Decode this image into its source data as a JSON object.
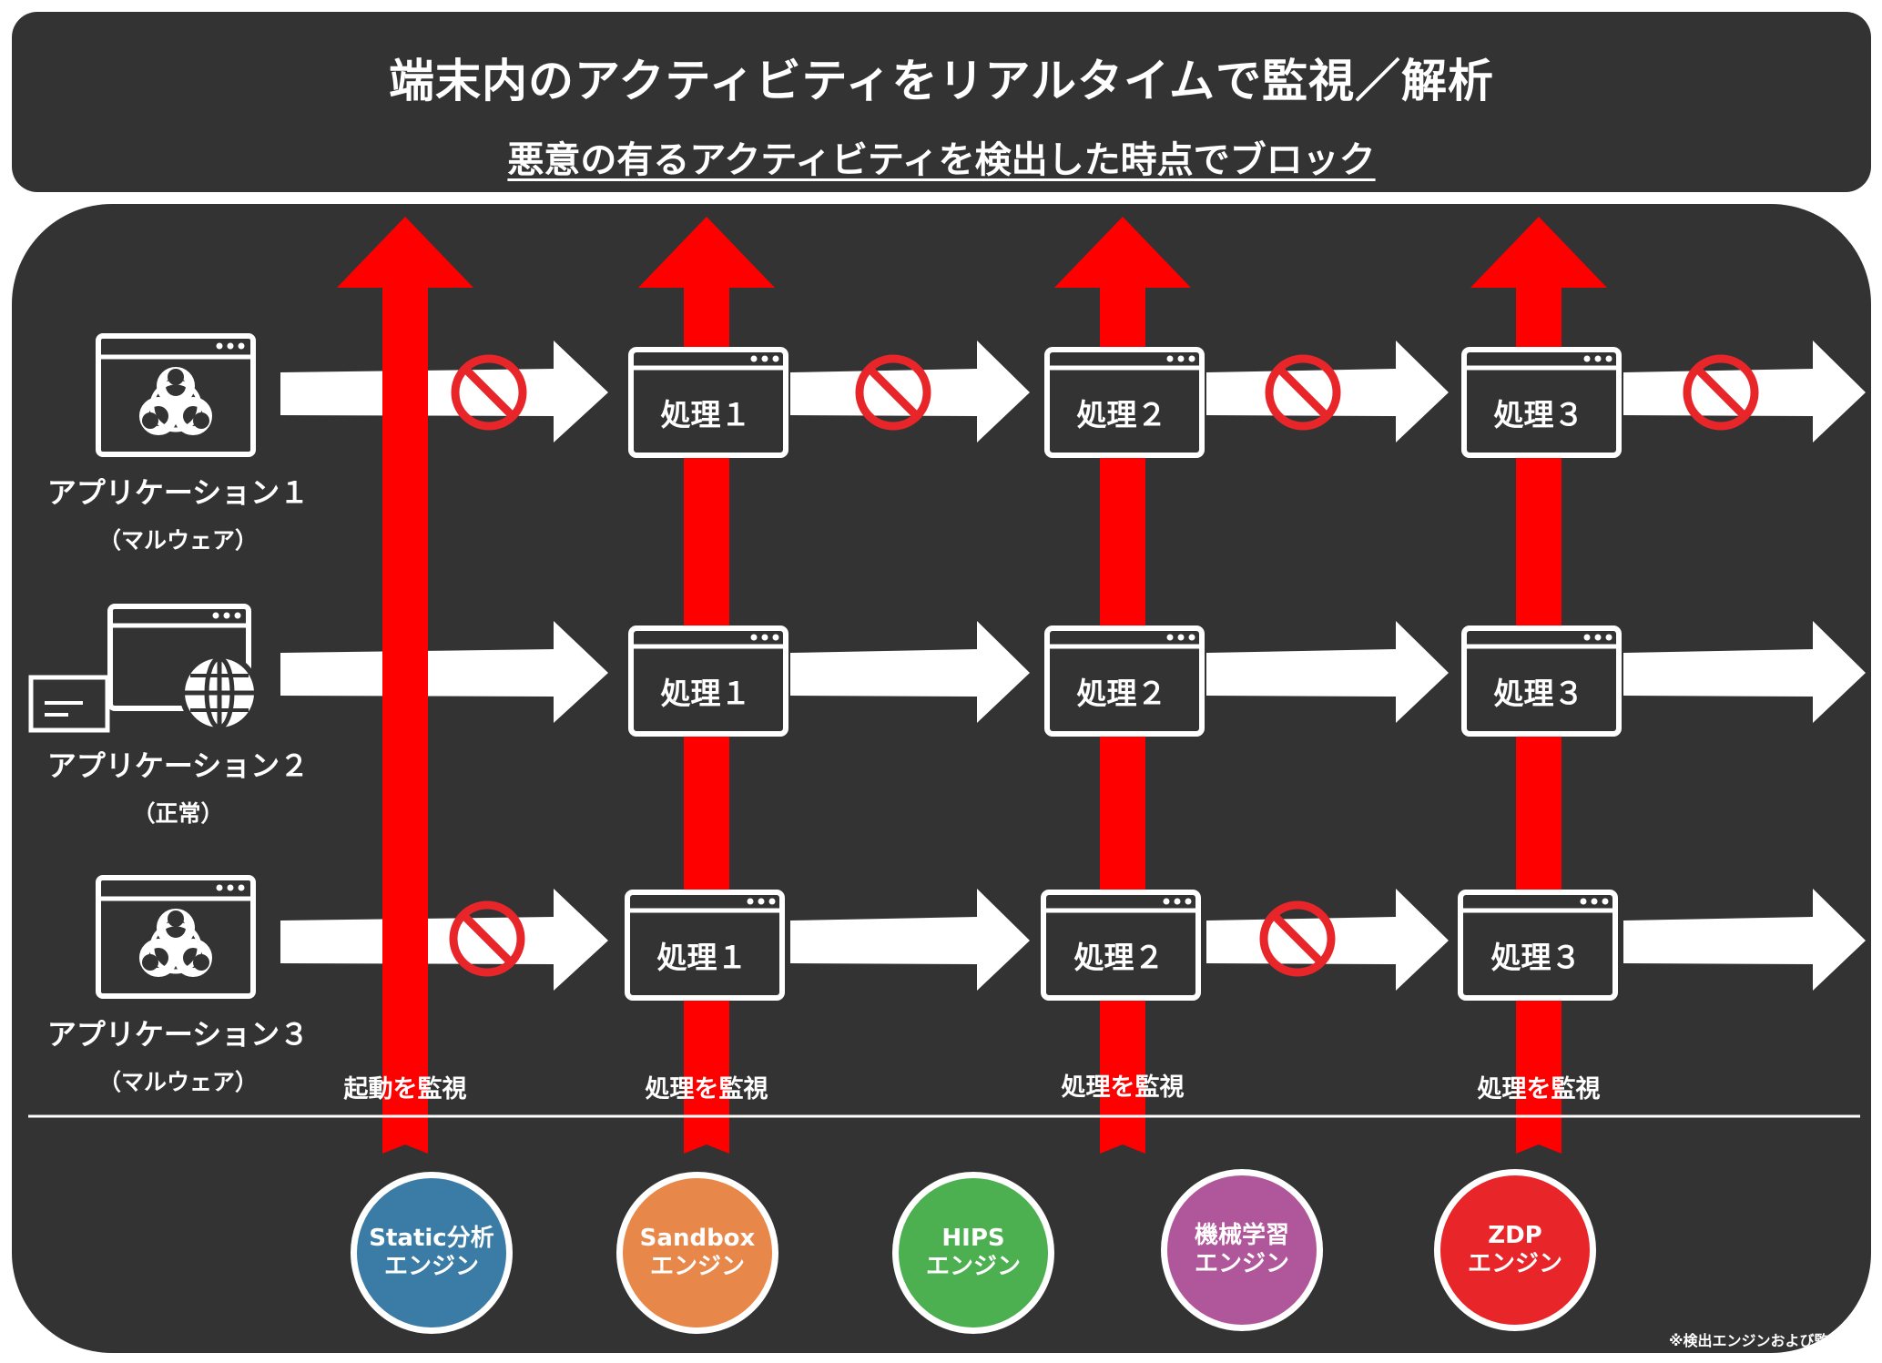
{
  "header": {
    "title": "端末内のアクティビティをリアルタイムで監視／解析",
    "subtitle": "悪意の有るアクティビティを検出した時点でブロック"
  },
  "apps": [
    {
      "name": "アプリケーション１",
      "type": "（マルウェア）",
      "icon": "biohazard-window-icon"
    },
    {
      "name": "アプリケーション２",
      "type": "（正常）",
      "icon": "mail-web-window-icon"
    },
    {
      "name": "アプリケーション３",
      "type": "（マルウェア）",
      "icon": "biohazard-window-icon"
    }
  ],
  "processes": [
    "処理１",
    "処理２",
    "処理３"
  ],
  "monitors": [
    "起動を監視",
    "処理を監視",
    "処理を監視",
    "処理を監視"
  ],
  "engines": [
    {
      "line1": "Static分析",
      "line2": "エンジン",
      "color": "#3a7ca5"
    },
    {
      "line1": "Sandbox",
      "line2": "エンジン",
      "color": "#e8874a"
    },
    {
      "line1": "HIPS",
      "line2": "エンジン",
      "color": "#4caf50"
    },
    {
      "line1": "機械学習",
      "line2": "エンジン",
      "color": "#b0569a"
    },
    {
      "line1": "ZDP",
      "line2": "エンジン",
      "color": "#e8262a"
    }
  ],
  "note": "※検出エンジンおよび監視／解析／検出ポイントは一例です。脅威の種類やご利用のバージョンや機能などにより変動します。",
  "colors": {
    "background": "#333333",
    "arrow_red": "#ff0000",
    "block": "#e8262a"
  }
}
